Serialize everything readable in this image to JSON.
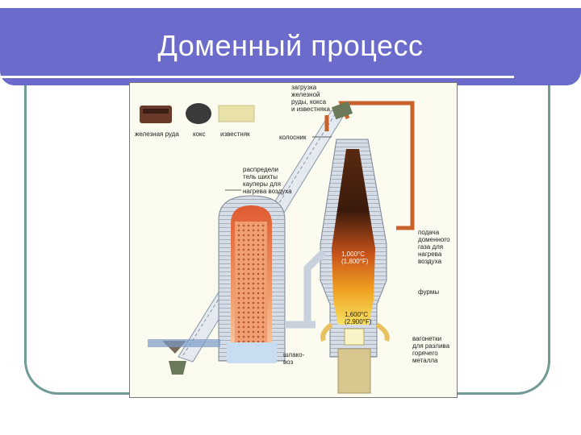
{
  "title": "Доменный процесс",
  "colors": {
    "title_bar": "#6b6bcc",
    "frame": "#6f9a96",
    "background": "#ffffff"
  },
  "diagram": {
    "legend": {
      "ore": "железная руда",
      "coke": "кокс",
      "limestone": "известняк"
    },
    "labels": {
      "loading": [
        "загрузка",
        "железной",
        "руды, кокса",
        "и известняка"
      ],
      "kolosnik": "колосник",
      "distributor": [
        "распредели",
        "тель шихты"
      ],
      "cowpers": [
        "кауперы для",
        "нагрева воздуха"
      ],
      "gas_supply": [
        "подача",
        "доменного",
        "газа для",
        "нагрева",
        "воздуха"
      ],
      "tuyeres": "фурмы",
      "slag": [
        "шлако-",
        "воз"
      ],
      "wagons": [
        "вагонетки",
        "для разлива",
        "горячего",
        "металла"
      ],
      "temp1": [
        "1,000°C",
        "(1,800°F)"
      ],
      "temp2": [
        "1,600°C",
        "(2,900°F)"
      ]
    }
  }
}
